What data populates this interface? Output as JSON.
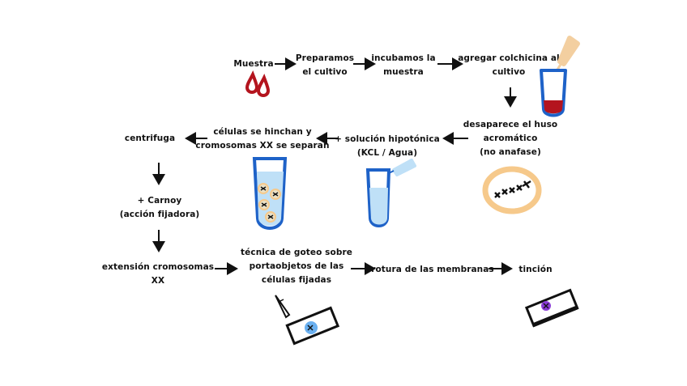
{
  "steps": {
    "muestra": "Muestra",
    "preparamos": [
      "Preparamos",
      "el cultivo"
    ],
    "incubamos": [
      "incubamos la",
      "muestra"
    ],
    "colchicina": [
      "agregar colchicina al",
      "cultivo"
    ],
    "huso": [
      "desaparece el huso",
      "acromático",
      "(no anafase)"
    ],
    "hipotonica": [
      "+ solución hipotónica",
      "(KCL / Agua)"
    ],
    "hinchan": [
      "células se hinchan y",
      "cromosomas XX se separan"
    ],
    "centrifuga": "centrifuga",
    "carnoy": [
      "+ Carnoy",
      "(acción fijadora)"
    ],
    "extension": [
      "extensión cromosomas",
      "XX"
    ],
    "goteo": [
      "técnica de goteo sobre",
      "portaobjetos de las",
      "células fijadas"
    ],
    "rotura": "rotura de las membranas",
    "tincion": "tinción"
  },
  "colors": {
    "ink": "#111111",
    "blood": "#b4141e",
    "tube_outline": "#1e62c8",
    "liquid": "#bfe0f7",
    "cell_ring": "#f6c98b",
    "pipette": "#f3cfa0",
    "stain": "#8a3ad6",
    "slide_cell": "#6ab0f0"
  },
  "icons": [
    "blood-drop-icon",
    "test-tube-icon",
    "dropper-icon",
    "cell-icon",
    "slide-icon"
  ]
}
